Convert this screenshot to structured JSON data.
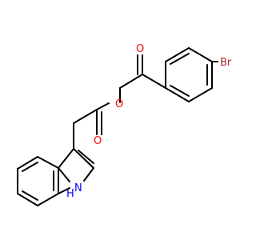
{
  "atoms": {
    "bromine": "Br",
    "carbonyl_oxygen_ketone": "O",
    "ester_oxygen": "O",
    "carbonyl_oxygen_ester": "O",
    "indole_nitrogen": "H\nN"
  },
  "colors": {
    "bond": "#000000",
    "oxygen": "#ff0000",
    "nitrogen": "#0000ff",
    "bromine": "#a52a2a",
    "background": "#ffffff"
  }
}
